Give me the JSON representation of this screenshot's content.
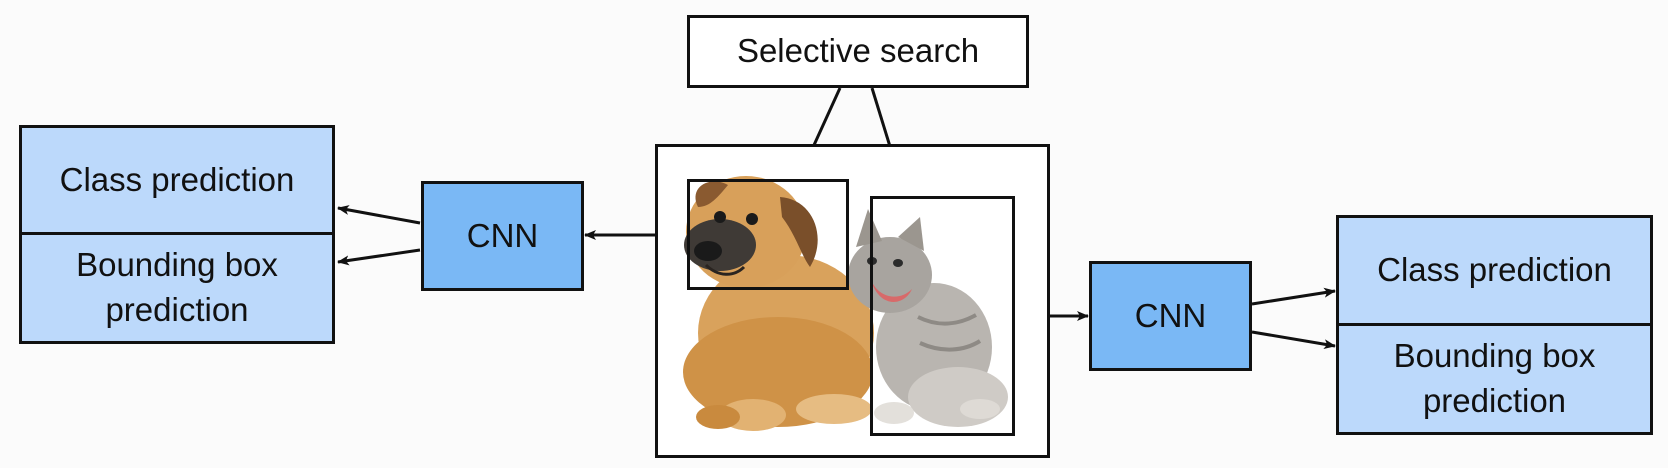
{
  "selective_search": {
    "label": "Selective search"
  },
  "left_outputs": {
    "class_label": "Class prediction",
    "bbox_label": "Bounding box\nprediction"
  },
  "right_outputs": {
    "class_label": "Class prediction",
    "bbox_label": "Bounding box\nprediction"
  },
  "cnn_left": {
    "label": "CNN"
  },
  "cnn_right": {
    "label": "CNN"
  },
  "colors": {
    "output_box": "#bcd9fb",
    "cnn_box": "#7ab8f5",
    "border": "#111111",
    "background": "#fbfbfb"
  },
  "image": {
    "content": [
      "puppy",
      "kitten"
    ],
    "regions": [
      "puppy-region",
      "kitten-region"
    ]
  }
}
